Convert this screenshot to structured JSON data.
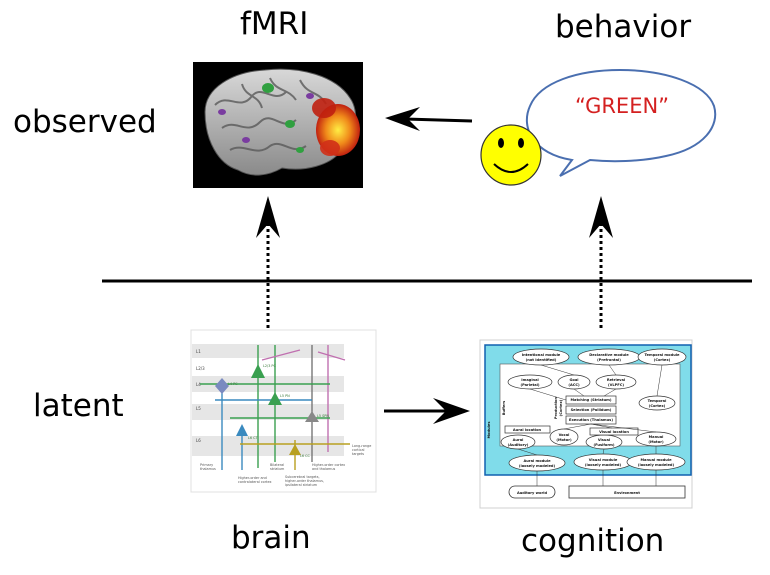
{
  "labels": {
    "fmri": "fMRI",
    "behavior": "behavior",
    "observed": "observed",
    "latent": "latent",
    "brain": "brain",
    "cognition": "cognition"
  },
  "speech": "“GREEN”",
  "colors": {
    "speech_text": "#d42020",
    "smiley_fill": "#ffff00",
    "bubble_stroke": "#4a6fb0",
    "arch_bg": "#80dcea",
    "arch_border": "#1060b0"
  },
  "icons": {
    "smiley": "smiley-face-icon",
    "brain_scan": "brain-fmri-icon"
  },
  "architecture": {
    "intentional": [
      "Intentional module",
      "(not identified)"
    ],
    "declarative": [
      "Declarative module",
      "(Prefrontal)"
    ],
    "temporal_top": [
      "Temporal module",
      "(Cortex)"
    ],
    "imaginal": [
      "Imaginal",
      "(Parietal)"
    ],
    "goal": [
      "Goal",
      "(ACC)"
    ],
    "retrieval": [
      "Retrieval",
      "(VLPFC)"
    ],
    "temporal": [
      "Temporal",
      "(Cortex)"
    ],
    "matching": "Matching (Striatum)",
    "selection": "Selection (Pallidum)",
    "execution": "Execution (Thalamus)",
    "production": "Production",
    "cortex": "(Cortex)",
    "buffers": "Buffers",
    "modules": "Modules",
    "aural_location": "Aural location",
    "aural": [
      "Aural",
      "(Auditory)"
    ],
    "vocal": [
      "Vocal",
      "(Motor)"
    ],
    "visual_location": "Visual location",
    "visual": [
      "Visual",
      "(Fusiform)"
    ],
    "manual": [
      "Manual",
      "(Motor)"
    ],
    "aural_module": [
      "Aural module",
      "(loosely modeled)"
    ],
    "visual_module": [
      "Visual module",
      "(loosely modeled)"
    ],
    "manual_module": [
      "Manual module",
      "(loosely modeled)"
    ],
    "auditory_world": "Auditory world",
    "environment": "Environment"
  },
  "circuit": {
    "layers": [
      "L1",
      "L2/3",
      "L4",
      "L5",
      "L6"
    ],
    "cells": [
      "L2/3 PC",
      "L4 PC",
      "L5 PN",
      "L5 SPN",
      "L6 CT",
      "L6 CC"
    ],
    "primary": [
      "Primary",
      "thalamus"
    ],
    "higher_contra": [
      "Higher-order and",
      "contralateral cortex"
    ],
    "bilateral": [
      "Bilateral",
      "striatum"
    ],
    "higher_cortex": [
      "Higher-order cortex",
      "and thalamus"
    ],
    "subcerebral": [
      "Subcerebral targets,",
      "higher-order thalamus,",
      "ipsilateral striatum"
    ],
    "long_range": [
      "Long-range",
      "cortical",
      "targets"
    ]
  }
}
